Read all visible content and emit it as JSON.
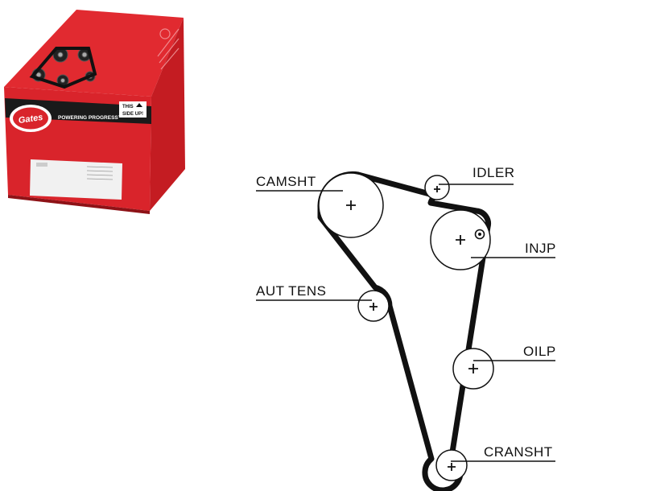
{
  "box": {
    "brand": "Gates",
    "tagline": "POWERING PROGRESS™",
    "side_up_line1": "THIS",
    "side_up_line2": "SIDE UP!",
    "colors": {
      "red": "#d9242b",
      "dark_red": "#a8151b",
      "grey": "#e9e9e9"
    }
  },
  "diagram": {
    "labels": {
      "camsht": "CAMSHT",
      "idler": "IDLER",
      "injp": "INJP",
      "aut_tens": "AUT TENS",
      "oilp": "OILP",
      "cransht": "CRANSHT"
    },
    "belt_color": "#111111"
  }
}
